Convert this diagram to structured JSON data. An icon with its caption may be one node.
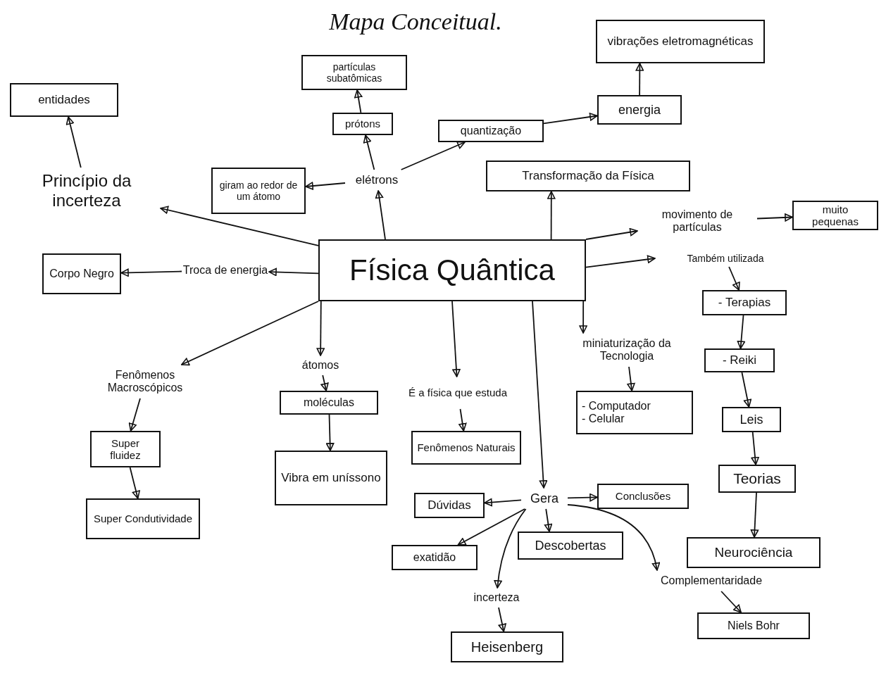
{
  "diagram": {
    "title": "Mapa Conceitual.",
    "nodes": [
      {
        "text": [
          "Física Quântica"
        ]
      },
      {
        "text": [
          "Princípio da incerteza"
        ]
      },
      {
        "text": [
          "entidades"
        ]
      },
      {
        "text": [
          "elétrons"
        ]
      },
      {
        "text": [
          "giram ao redor de um átomo"
        ]
      },
      {
        "text": [
          "prótons"
        ]
      },
      {
        "text": [
          "partículas subatômicas"
        ]
      },
      {
        "text": [
          "quantização"
        ]
      },
      {
        "text": [
          "energia"
        ]
      },
      {
        "text": [
          "vibrações eletromagnéticas"
        ]
      },
      {
        "text": [
          "Transformação da Física"
        ]
      },
      {
        "text": [
          "movimento de partículas"
        ]
      },
      {
        "text": [
          "muito pequenas"
        ]
      },
      {
        "text": [
          "Troca de energia"
        ]
      },
      {
        "text": [
          "Corpo Negro"
        ]
      },
      {
        "text": [
          "Fenômenos Macroscópicos"
        ]
      },
      {
        "text": [
          "Super fluidez"
        ]
      },
      {
        "text": [
          "Super Condutividade"
        ]
      },
      {
        "text": [
          "átomos"
        ]
      },
      {
        "text": [
          "moléculas"
        ]
      },
      {
        "text": [
          "Vibra em uníssono"
        ]
      },
      {
        "text": [
          "É a física que estuda"
        ]
      },
      {
        "text": [
          "Fenômenos Naturais"
        ]
      },
      {
        "text": [
          "miniaturização da Tecnologia"
        ]
      },
      {
        "text": [
          "- Computador",
          "- Celular"
        ]
      },
      {
        "text": [
          "Também utilizada"
        ]
      },
      {
        "text": [
          "- Terapias"
        ]
      },
      {
        "text": [
          "- Reiki"
        ]
      },
      {
        "text": [
          "Leis"
        ]
      },
      {
        "text": [
          "Teorias"
        ]
      },
      {
        "text": [
          "Neurociência"
        ]
      },
      {
        "text": [
          "Gera"
        ]
      },
      {
        "text": [
          "Dúvidas"
        ]
      },
      {
        "text": [
          "Conclusões"
        ]
      },
      {
        "text": [
          "exatidão"
        ]
      },
      {
        "text": [
          "Descobertas"
        ]
      },
      {
        "text": [
          "incerteza"
        ]
      },
      {
        "text": [
          "Heisenberg"
        ]
      },
      {
        "text": [
          "Complementaridade"
        ]
      },
      {
        "text": [
          "Niels Bohr"
        ]
      }
    ],
    "edges": [
      {
        "from": 0,
        "to": 1,
        "arrow": "to"
      },
      {
        "from": 1,
        "to": 2,
        "arrow": "to"
      },
      {
        "from": 0,
        "to": 3,
        "arrow": "to"
      },
      {
        "from": 3,
        "to": 4,
        "arrow": "to"
      },
      {
        "from": 3,
        "to": 5,
        "arrow": "to"
      },
      {
        "from": 5,
        "to": 6,
        "arrow": "to"
      },
      {
        "from": 3,
        "to": 7,
        "arrow": "to"
      },
      {
        "from": 7,
        "to": 8,
        "arrow": "to"
      },
      {
        "from": 8,
        "to": 9,
        "arrow": "to"
      },
      {
        "from": 0,
        "to": 10,
        "arrow": "to"
      },
      {
        "from": 0,
        "to": 11,
        "arrow": "to"
      },
      {
        "from": 11,
        "to": 12,
        "arrow": "to"
      },
      {
        "from": 0,
        "to": 13,
        "arrow": "to"
      },
      {
        "from": 13,
        "to": 14,
        "arrow": "to"
      },
      {
        "from": 0,
        "to": 15,
        "arrow": "to"
      },
      {
        "from": 15,
        "to": 16,
        "arrow": "to"
      },
      {
        "from": 16,
        "to": 17,
        "arrow": "to"
      },
      {
        "from": 0,
        "to": 18,
        "arrow": "to"
      },
      {
        "from": 18,
        "to": 19,
        "arrow": "to"
      },
      {
        "from": 19,
        "to": 20,
        "arrow": "to"
      },
      {
        "from": 0,
        "to": 21,
        "arrow": "to"
      },
      {
        "from": 21,
        "to": 22,
        "arrow": "to"
      },
      {
        "from": 0,
        "to": 23,
        "arrow": "to"
      },
      {
        "from": 23,
        "to": 24,
        "arrow": "to"
      },
      {
        "from": 0,
        "to": 25,
        "arrow": "to"
      },
      {
        "from": 25,
        "to": 26,
        "arrow": "to"
      },
      {
        "from": 26,
        "to": 27,
        "arrow": "to"
      },
      {
        "from": 27,
        "to": 28,
        "arrow": "to"
      },
      {
        "from": 28,
        "to": 29,
        "arrow": "to"
      },
      {
        "from": 29,
        "to": 30,
        "arrow": "to"
      },
      {
        "from": 0,
        "to": 31,
        "arrow": "to"
      },
      {
        "from": 31,
        "to": 32,
        "arrow": "to"
      },
      {
        "from": 31,
        "to": 33,
        "arrow": "to"
      },
      {
        "from": 31,
        "to": 34,
        "arrow": "to"
      },
      {
        "from": 31,
        "to": 35,
        "arrow": "to"
      },
      {
        "from": 31,
        "to": 36,
        "arrow": "to"
      },
      {
        "from": 36,
        "to": 37,
        "arrow": "to"
      },
      {
        "from": 31,
        "to": 38,
        "arrow": "to"
      },
      {
        "from": 38,
        "to": 39,
        "arrow": "to"
      }
    ]
  }
}
